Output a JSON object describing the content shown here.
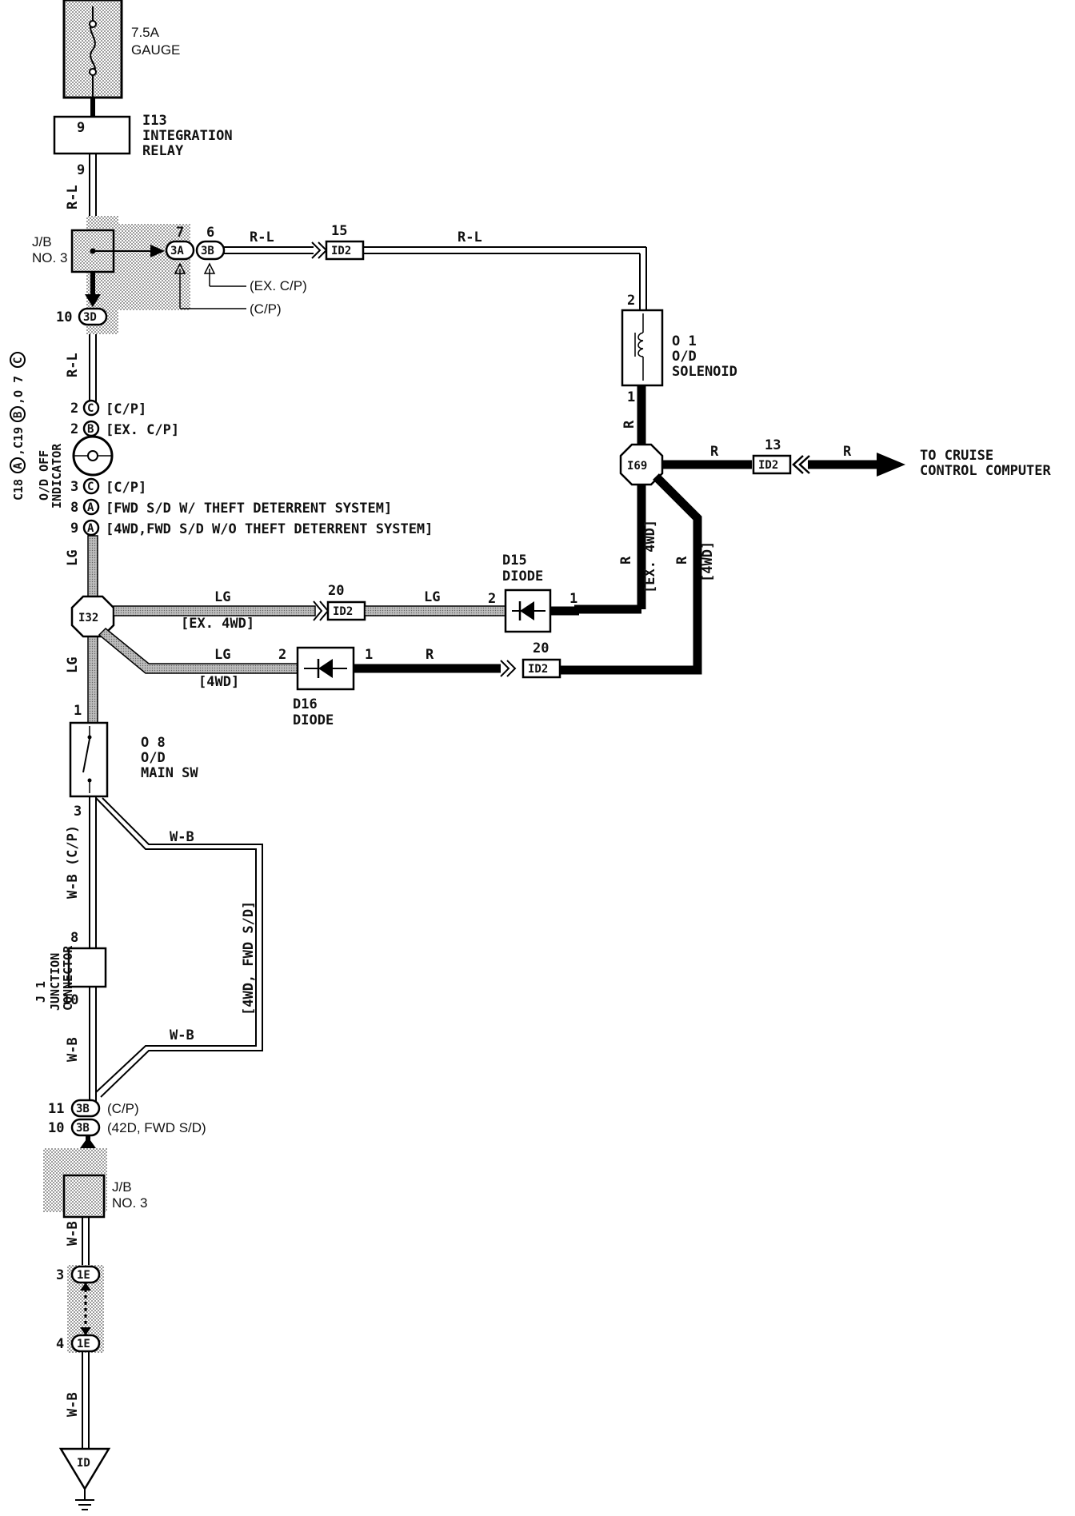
{
  "fuse": {
    "rating": "7.5A",
    "name": "GAUGE"
  },
  "integration_relay": {
    "code": "I13",
    "line1": "INTEGRATION",
    "line2": "RELAY",
    "pin": "9"
  },
  "wires": {
    "rl": "R-L",
    "r": "R",
    "lg": "LG",
    "wb": "W-B",
    "wb_cp": "W-B (C/P)"
  },
  "pins": {
    "p9": "9",
    "p7": "7",
    "p6": "6",
    "p15": "15",
    "p2": "2",
    "p1": "1",
    "p10": "10",
    "p3": "3",
    "p8": "8",
    "p13": "13",
    "p20": "20",
    "p11": "11",
    "p4": "4"
  },
  "jb_top": {
    "line1": "J/B",
    "line2": "NO. 3"
  },
  "connectors": {
    "c3a": "3A",
    "c3b": "3B",
    "c3d": "3D",
    "c1e": "1E",
    "id2": "ID2",
    "c": "C",
    "b": "B",
    "a": "A"
  },
  "conditions": {
    "ex_cp_paren": "(EX. C/P)",
    "cp_paren": "(C/P)",
    "cp_bracket": "[C/P]",
    "ex_cp_bracket": "[EX. C/P]",
    "fwd_with": "[FWD S/D W/ THEFT DETERRENT SYSTEM]",
    "fwd_without": "[4WD,FWD S/D W/O THEFT DETERRENT SYSTEM]",
    "ex_4wd": "[EX. 4WD]",
    "four_wd": "[4WD]",
    "four_wd_fwd": "[4WD, FWD S/D]",
    "cp_round": "(C/P)",
    "d42_fwd": "(42D, FWD S/D)"
  },
  "solenoid": {
    "code": "O 1",
    "line1": "O/D",
    "line2": "SOLENOID"
  },
  "junction_i69": "I69",
  "junction_i32": "I32",
  "cruise": {
    "line1": "TO CRUISE",
    "line2": "CONTROL COMPUTER"
  },
  "indicator": {
    "codes_prefix1": "C18",
    "codes_prefix2": ",C19",
    "codes_prefix3": ",O 7",
    "line1": "O/D OFF",
    "line2": "INDICATOR"
  },
  "diode_d15": {
    "code": "D15",
    "name": "DIODE"
  },
  "diode_d16": {
    "code": "D16",
    "name": "DIODE"
  },
  "main_sw": {
    "code": "O 8",
    "line1": "O/D",
    "line2": "MAIN SW"
  },
  "junction_connector": {
    "code": "J 1",
    "line1": "JUNCTION",
    "line2": "CONNECTOR"
  },
  "jb_bottom": {
    "line1": "J/B",
    "line2": "NO. 3"
  },
  "ground": "ID"
}
